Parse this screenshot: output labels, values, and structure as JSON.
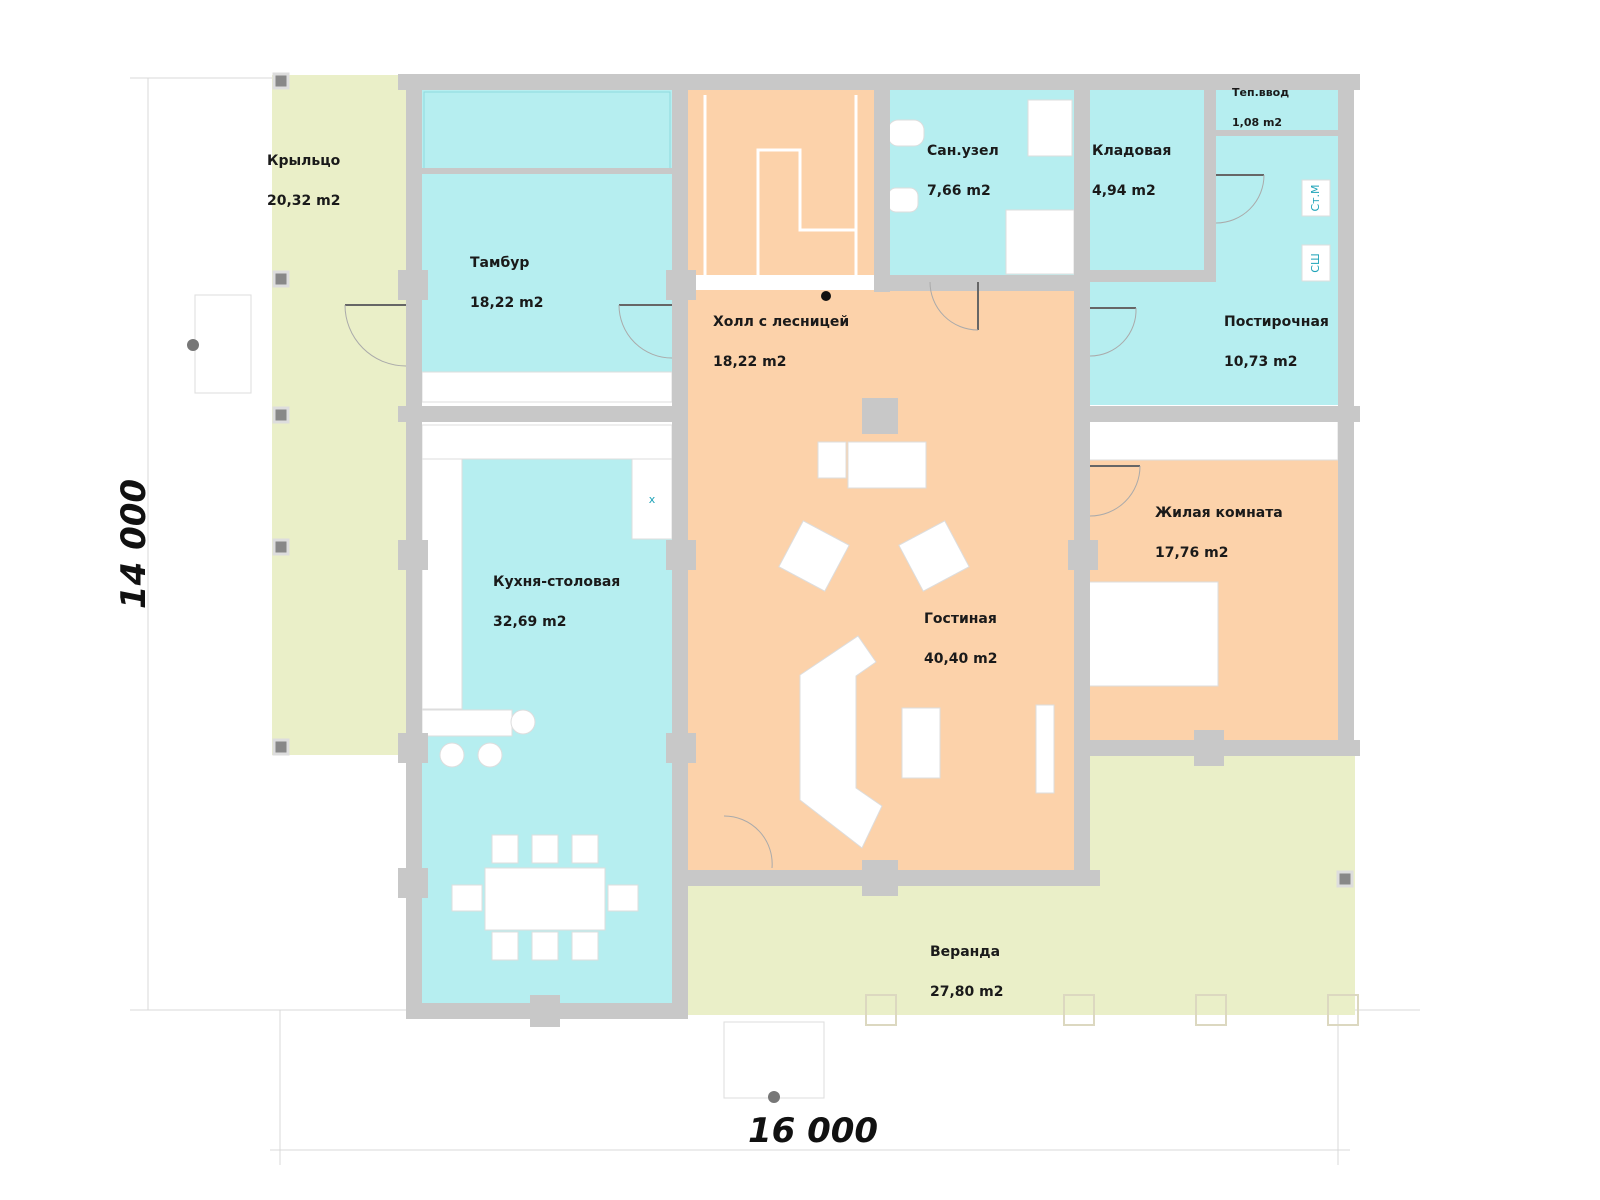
{
  "colors": {
    "wet_rooms": "#b6eef0",
    "living_rooms": "#fcd2aa",
    "outdoor": "#eaefc8",
    "walls": "#c8c8c8",
    "furniture": "#ffffff"
  },
  "dimensions": {
    "width": "16 000",
    "height": "14 000"
  },
  "rooms": {
    "porch": {
      "name": "Крыльцо",
      "area": "20,32 m2"
    },
    "vestibule": {
      "name": "Тамбур",
      "area": "18,22 m2"
    },
    "hall": {
      "name": "Холл с лесницей",
      "area": "18,22 m2"
    },
    "bathroom": {
      "name": "Сан.узел",
      "area": "7,66 m2"
    },
    "pantry": {
      "name": "Кладовая",
      "area": "4,94 m2"
    },
    "heat_input": {
      "name": "Теп.ввод",
      "area": "1,08 m2"
    },
    "laundry": {
      "name": "Постирочная",
      "area": "10,73 m2"
    },
    "bedroom": {
      "name": "Жилая комната",
      "area": "17,76 m2"
    },
    "kitchen": {
      "name": "Кухня-столовая",
      "area": "32,69 m2"
    },
    "living": {
      "name": "Гостиная",
      "area": "40,40 m2"
    },
    "veranda": {
      "name": "Веранда",
      "area": "27,80 m2"
    }
  },
  "appliances": {
    "washer": "Ст.М",
    "dryer": "СШ",
    "stove_mark": "x"
  }
}
